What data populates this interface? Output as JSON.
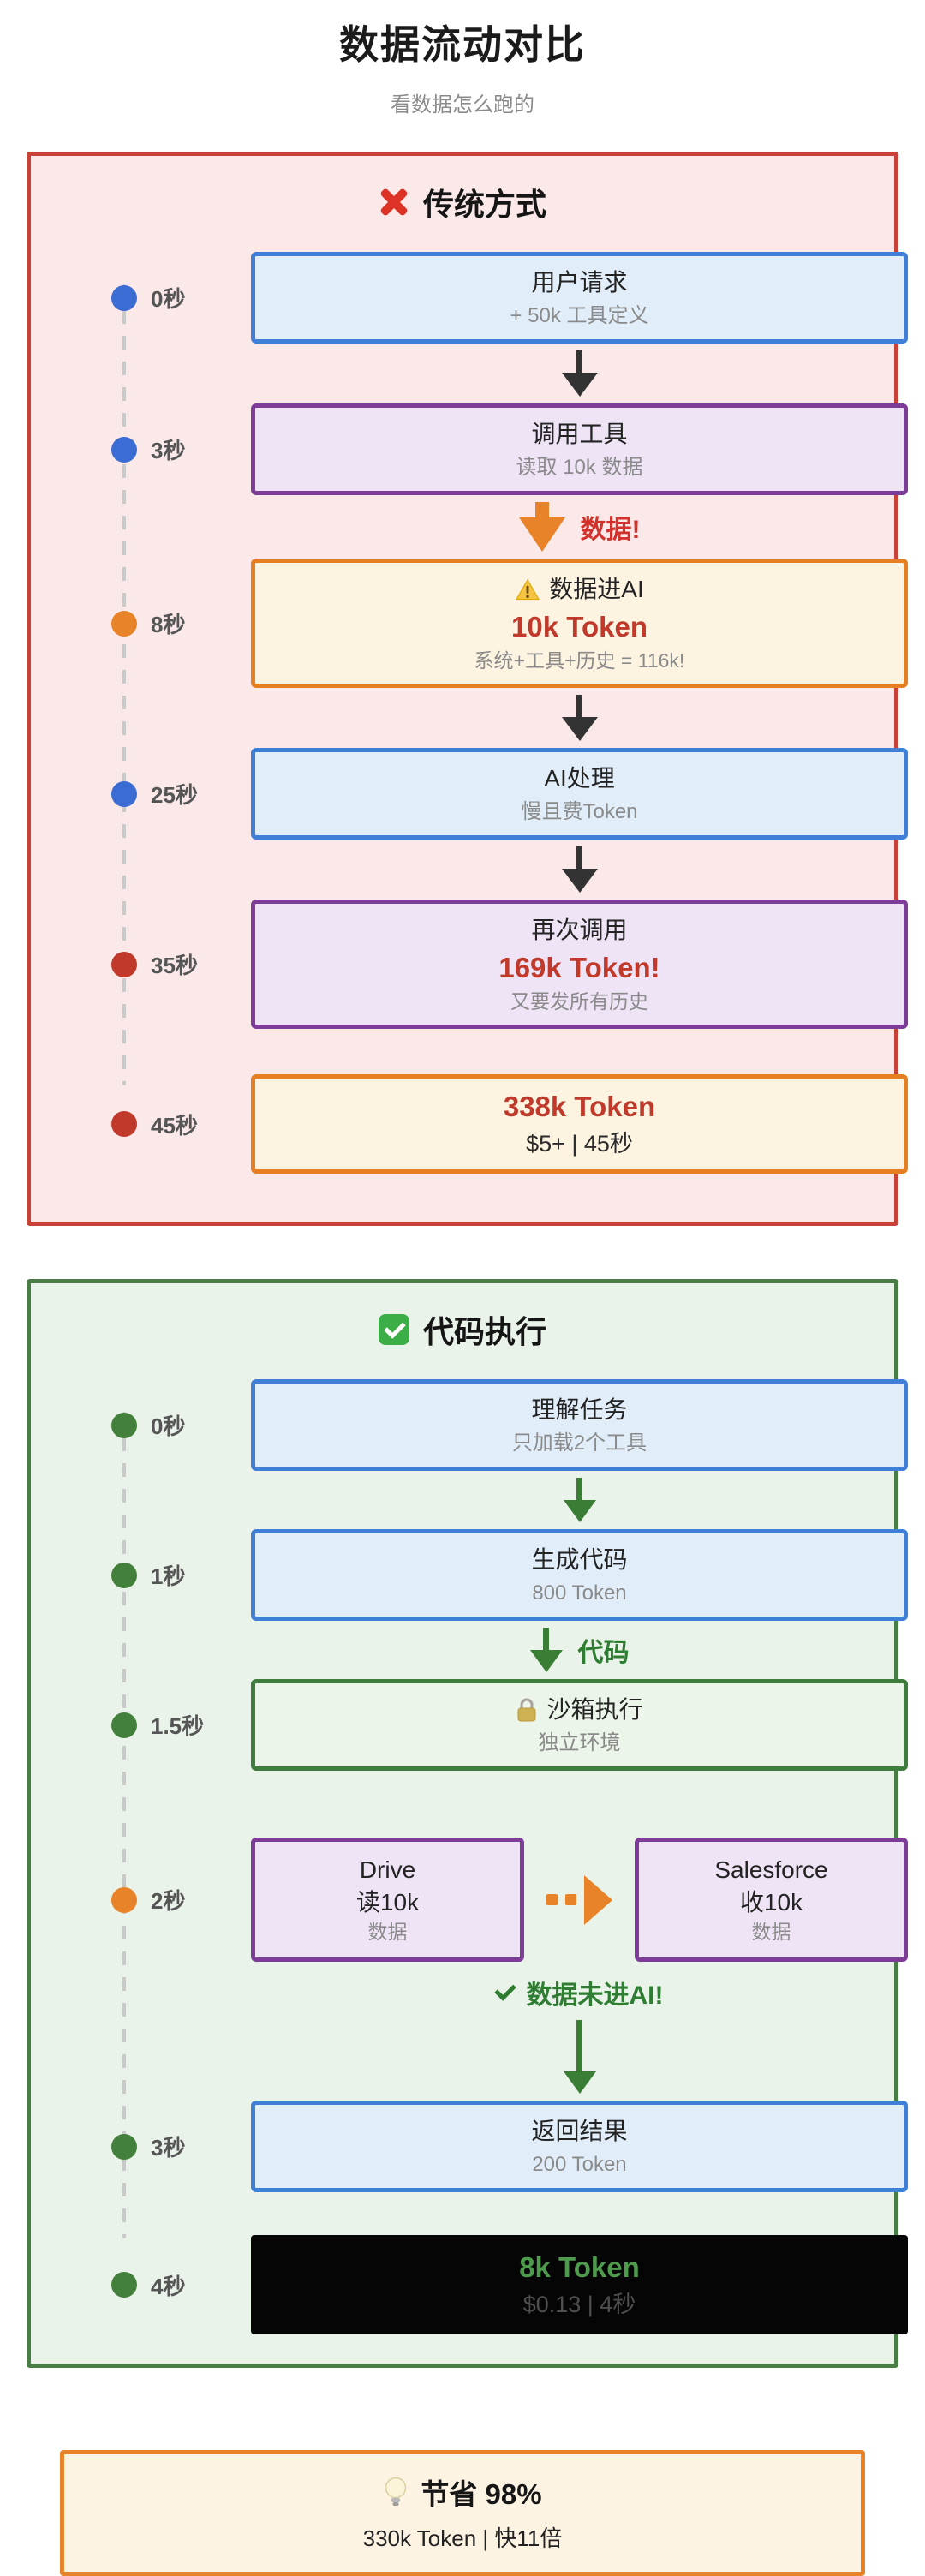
{
  "page": {
    "title": "数据流动对比",
    "subtitle": "看数据怎么跑的"
  },
  "traditional": {
    "title": "传统方式",
    "data_arrow_label": "数据!",
    "steps": [
      {
        "time": "0秒",
        "title": "用户请求",
        "sub": "+ 50k 工具定义"
      },
      {
        "time": "3秒",
        "title": "调用工具",
        "sub": "读取 10k 数据"
      },
      {
        "time": "8秒",
        "title": "数据进AI",
        "value": "10k Token",
        "sub": "系统+工具+历史 = 116k!"
      },
      {
        "time": "25秒",
        "title": "AI处理",
        "sub": "慢且费Token"
      },
      {
        "time": "35秒",
        "title": "再次调用",
        "value": "169k Token!",
        "sub": "又要发所有历史"
      },
      {
        "time": "45秒",
        "value": "338k Token",
        "sub": "$5+ | 45秒"
      }
    ]
  },
  "code": {
    "title": "代码执行",
    "code_arrow_label": "代码",
    "no_ai_label": "数据未进AI!",
    "steps": [
      {
        "time": "0秒",
        "title": "理解任务",
        "sub": "只加载2个工具"
      },
      {
        "time": "1秒",
        "title": "生成代码",
        "sub": "800 Token"
      },
      {
        "time": "1.5秒",
        "title": "沙箱执行",
        "sub": "独立环境"
      },
      {
        "time": "2秒",
        "drive": {
          "title": "Drive",
          "action": "读10k",
          "sub": "数据"
        },
        "salesforce": {
          "title": "Salesforce",
          "action": "收10k",
          "sub": "数据"
        }
      },
      {
        "time": "3秒",
        "title": "返回结果",
        "sub": "200 Token"
      },
      {
        "time": "4秒",
        "value": "8k Token",
        "sub": "$0.13 | 4秒"
      }
    ]
  },
  "summary": {
    "title": "节省 98%",
    "sub": "330k Token | 快11倍"
  },
  "colors": {
    "traditional_border": "#c8423a",
    "traditional_bg": "#fbe9e9",
    "code_border": "#4a7c45",
    "code_bg": "#eaf3e9",
    "blue_box_border": "#3f7fd8",
    "blue_box_bg": "#e1eefa",
    "purple_box_border": "#7d3c98",
    "purple_box_bg": "#efe4f6",
    "orange_box_border": "#e67e22",
    "orange_box_bg": "#fdf3e1",
    "value_red": "#c0392b",
    "token_green": "#4e9b4e",
    "arrow_dark": "#333333",
    "arrow_green": "#3a7d35",
    "arrow_orange": "#e8832a",
    "dot_blue": "#3a6cd4",
    "dot_orange": "#e8832a",
    "dot_red": "#c0392b",
    "dot_green": "#43803b",
    "summary_border": "#e8832a",
    "summary_bg": "#fdf3e3"
  }
}
